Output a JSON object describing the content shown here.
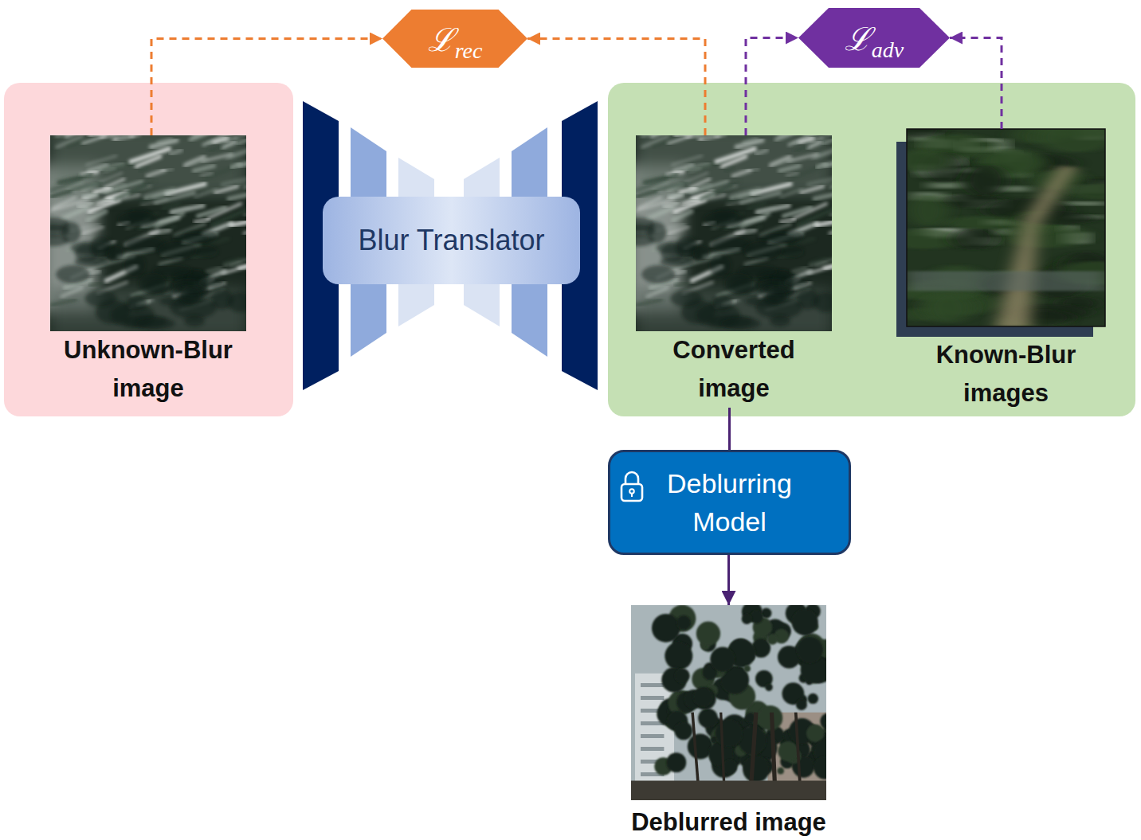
{
  "diagram": {
    "nodes": [
      {
        "text": [
          "Unknown-Blur image"
        ]
      },
      {
        "text": [
          "Blur Translator"
        ]
      },
      {
        "text": [
          "Converted image"
        ]
      },
      {
        "text": [
          "Known-Blur images"
        ]
      },
      {
        "text": [
          "ℒ",
          "rec"
        ]
      },
      {
        "text": [
          "ℒ",
          "adv"
        ]
      },
      {
        "text": [
          "Deblurring Model"
        ]
      },
      {
        "text": [
          "Deblurred image"
        ]
      }
    ],
    "edges": [
      {
        "from": 0,
        "to": 4,
        "arrow": "to"
      },
      {
        "from": 2,
        "to": 4,
        "arrow": "to"
      },
      {
        "from": 2,
        "to": 5,
        "arrow": "to"
      },
      {
        "from": 3,
        "to": 5,
        "arrow": "to"
      },
      {
        "from": 2,
        "to": 6,
        "arrow": "none"
      },
      {
        "from": 6,
        "to": 7,
        "arrow": "to"
      }
    ]
  }
}
